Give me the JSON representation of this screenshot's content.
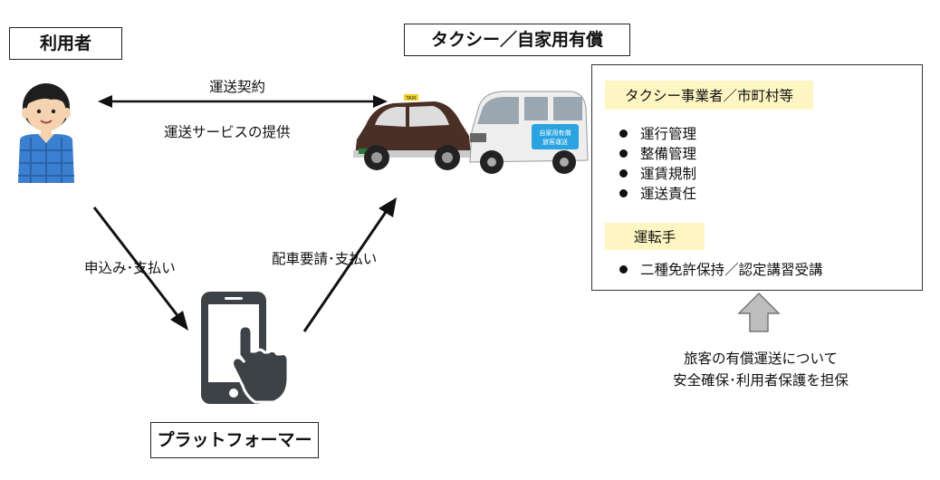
{
  "roles": {
    "user": "利用者",
    "operator": "タクシー／自家用有償",
    "platformer": "プラットフォーマー"
  },
  "flows": {
    "contract": "運送契約",
    "service": "運送サービスの提供",
    "apply_pay": "申込み･支払い",
    "dispatch_pay": "配車要請･支払い"
  },
  "vehicles": {
    "taxi_sign": "TAXI",
    "van_sign_line1": "自家用有償",
    "van_sign_line2": "旅客運送"
  },
  "responsibilities": {
    "operator_header": "タクシー事業者／市町村等",
    "operator_items": [
      "運行管理",
      "整備管理",
      "運賃規制",
      "運送責任"
    ],
    "driver_header": "運転手",
    "driver_items": [
      "二種免許保持／認定講習受講"
    ]
  },
  "caption": {
    "line1": "旅客の有償運送について",
    "line2": "安全確保･利用者保護を担保"
  },
  "colors": {
    "highlight": "#fdf6c3",
    "arrow": "#111111",
    "phone": "#3d4247",
    "shirt": "#3b7fd0",
    "taxi_body": "#4a2f26",
    "van_body": "#eeeeee",
    "up_arrow": "#bdbdbd"
  }
}
